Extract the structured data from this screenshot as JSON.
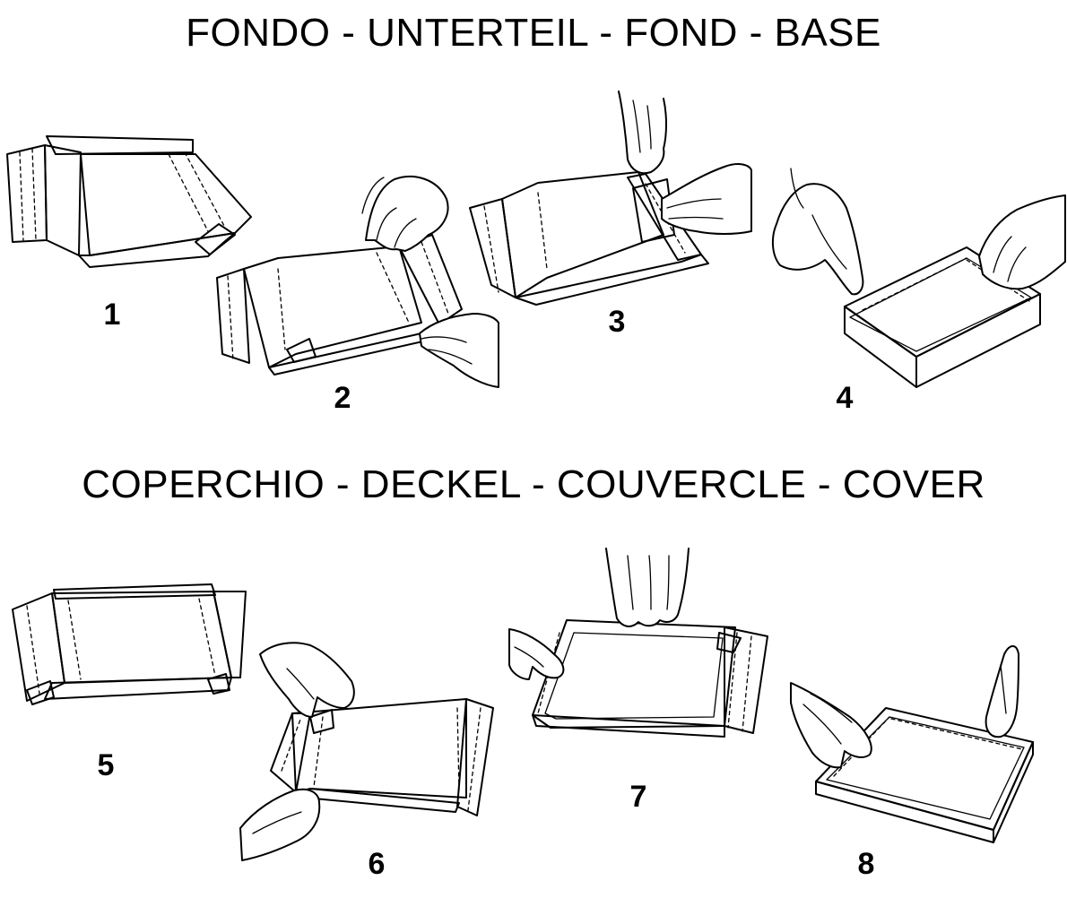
{
  "headings": {
    "base": "FONDO - UNTERTEIL - FOND - BASE",
    "cover": "COPERCHIO - DECKEL - COUVERCLE - COVER"
  },
  "steps": [
    {
      "label": "1"
    },
    {
      "label": "2"
    },
    {
      "label": "3"
    },
    {
      "label": "4"
    },
    {
      "label": "5"
    },
    {
      "label": "6"
    },
    {
      "label": "7"
    },
    {
      "label": "8"
    }
  ]
}
